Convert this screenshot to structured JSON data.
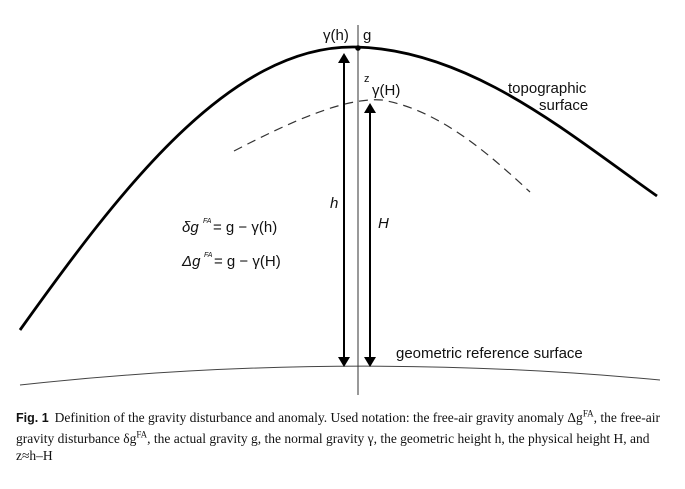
{
  "diagram": {
    "labels": {
      "gamma_h": "γ(h)",
      "g": "g",
      "z": "z",
      "gamma_H": "γ(H)",
      "topo_line1": "topographic",
      "topo_line2": "surface",
      "h": "h",
      "H": "H",
      "reference": "geometric reference surface",
      "eq1_lhs": "δg",
      "eq1_sup": "FA",
      "eq1_rhs": "= g − γ(h)",
      "eq2_lhs": "Δg",
      "eq2_sup": "FA",
      "eq2_rhs": "= g − γ(H)"
    }
  },
  "caption": {
    "label": "Fig. 1",
    "text": "Definition of the gravity disturbance and anomaly. Used notation: the free-air gravity anomaly Δg^FA, the free-air gravity disturbance δg^FA, the actual gravity g, the normal gravity γ, the geometric height h, the physical height H, and z≈h–H"
  }
}
